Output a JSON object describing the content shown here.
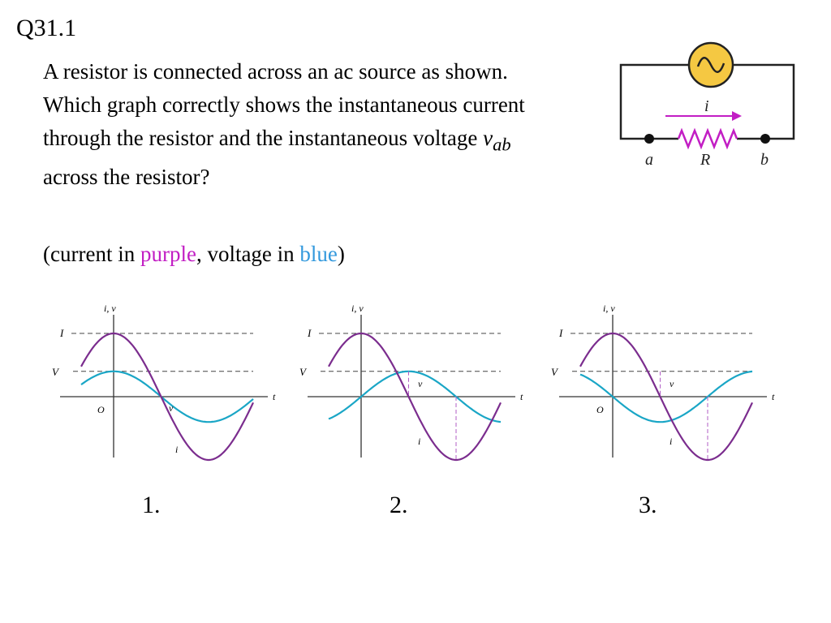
{
  "question": {
    "id": "Q31.1",
    "text_before": "A resistor is connected across an ac source as shown. Which graph correctly shows the instantaneous current through the resistor and the instantaneous voltage ",
    "var_v": "v",
    "var_sub": "ab",
    "text_after": " across the resistor?"
  },
  "legend_note": {
    "open": "(current in ",
    "purple_word": "purple",
    "mid": ", voltage in ",
    "blue_word": "blue",
    "close": ")"
  },
  "colors": {
    "current": "#7b2d8e",
    "voltage": "#1aa6c6",
    "purple_text": "#c21ec4",
    "blue_text": "#3399dd",
    "source_fill": "#f5c842"
  },
  "circuit": {
    "current_label": "i",
    "node_a": "a",
    "resistor_label": "R",
    "node_b": "b",
    "source_icon": "sine-wave-icon"
  },
  "graph_labels": {
    "axis_y": "i, v",
    "axis_x": "t",
    "peak_current": "I",
    "peak_voltage": "V",
    "origin": "O",
    "curve_v": "v",
    "curve_i": "i"
  },
  "options": [
    "1.",
    "2.",
    "3."
  ],
  "chart_data": [
    {
      "type": "line",
      "option": "1.",
      "phase_relation": "voltage in phase with current",
      "series": [
        {
          "name": "i",
          "amplitude": 1.0,
          "phase_deg": 0
        },
        {
          "name": "v",
          "amplitude": 0.4,
          "phase_deg": 0
        }
      ]
    },
    {
      "type": "line",
      "option": "2.",
      "phase_relation": "voltage lags current by 90°",
      "series": [
        {
          "name": "i",
          "amplitude": 1.0,
          "phase_deg": 0
        },
        {
          "name": "v",
          "amplitude": 0.4,
          "phase_deg": -90
        }
      ]
    },
    {
      "type": "line",
      "option": "3.",
      "phase_relation": "voltage leads current by 90°",
      "series": [
        {
          "name": "i",
          "amplitude": 1.0,
          "phase_deg": 0
        },
        {
          "name": "v",
          "amplitude": 0.4,
          "phase_deg": 90
        }
      ]
    }
  ]
}
